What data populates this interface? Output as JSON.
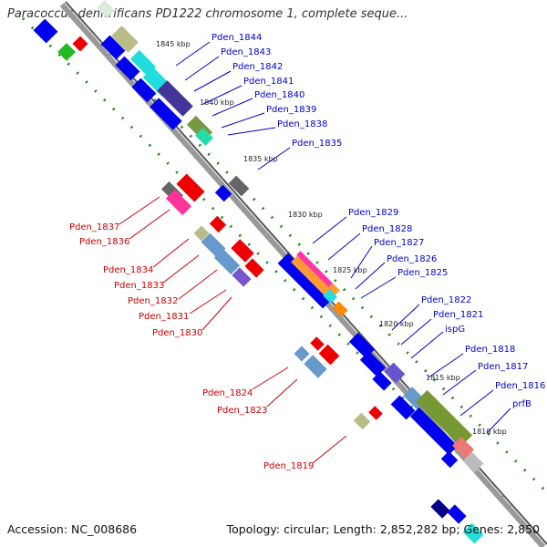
{
  "title": "Paracoccus denitrificans PD1222 chromosome 1, complete seque...",
  "footer": {
    "accession": "Accession: NC_008686",
    "summary": "Topology: circular; Length: 2,852,282 bp; Genes: 2,850"
  },
  "colors": {
    "forward_gene": "#ee0000",
    "reverse_gene": "#0000ee",
    "backbone": "#888888",
    "ruler": "#228822"
  },
  "ticks": [
    "1845 kbp",
    "1840 kbp",
    "1835 kbp",
    "1830 kbp",
    "1825 kbp",
    "1820 kbp",
    "1815 kbp",
    "1810 kbp"
  ],
  "labels_top": [
    "Pden_1844",
    "Pden_1843",
    "Pden_1842",
    "Pden_1841",
    "Pden_1840",
    "Pden_1839",
    "Pden_1838",
    "Pden_1835",
    "Pden_1829",
    "Pden_1828",
    "Pden_1827",
    "Pden_1826",
    "Pden_1825",
    "Pden_1822",
    "Pden_1821",
    "ispG",
    "Pden_1818",
    "Pden_1817",
    "Pden_1816",
    "prfB"
  ],
  "labels_bottom": [
    "Pden_1837",
    "Pden_1836",
    "Pden_1834",
    "Pden_1833",
    "Pden_1832",
    "Pden_1831",
    "Pden_1830",
    "Pden_1824",
    "Pden_1823",
    "Pden_1819"
  ]
}
